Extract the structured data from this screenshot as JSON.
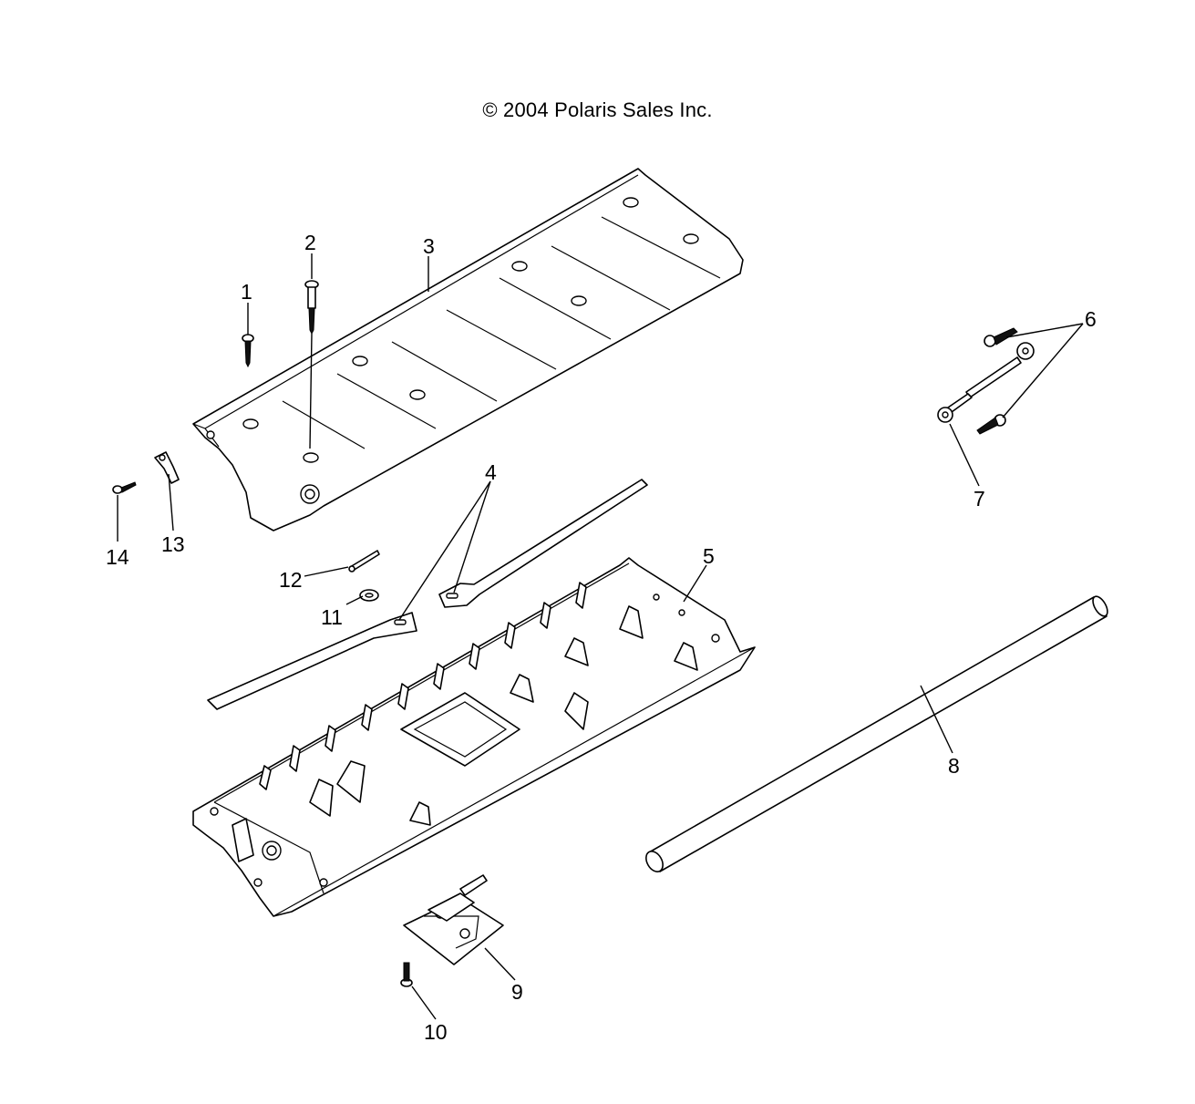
{
  "copyright": "© 2004 Polaris Sales Inc.",
  "callouts": [
    {
      "id": "callout-1",
      "text": "1"
    },
    {
      "id": "callout-2",
      "text": "2"
    },
    {
      "id": "callout-3",
      "text": "3"
    },
    {
      "id": "callout-4",
      "text": "4"
    },
    {
      "id": "callout-5",
      "text": "5"
    },
    {
      "id": "callout-6",
      "text": "6"
    },
    {
      "id": "callout-7",
      "text": "7"
    },
    {
      "id": "callout-8",
      "text": "8"
    },
    {
      "id": "callout-9",
      "text": "9"
    },
    {
      "id": "callout-10",
      "text": "10"
    },
    {
      "id": "callout-11",
      "text": "11"
    },
    {
      "id": "callout-12",
      "text": "12"
    },
    {
      "id": "callout-13",
      "text": "13"
    },
    {
      "id": "callout-14",
      "text": "14"
    }
  ]
}
